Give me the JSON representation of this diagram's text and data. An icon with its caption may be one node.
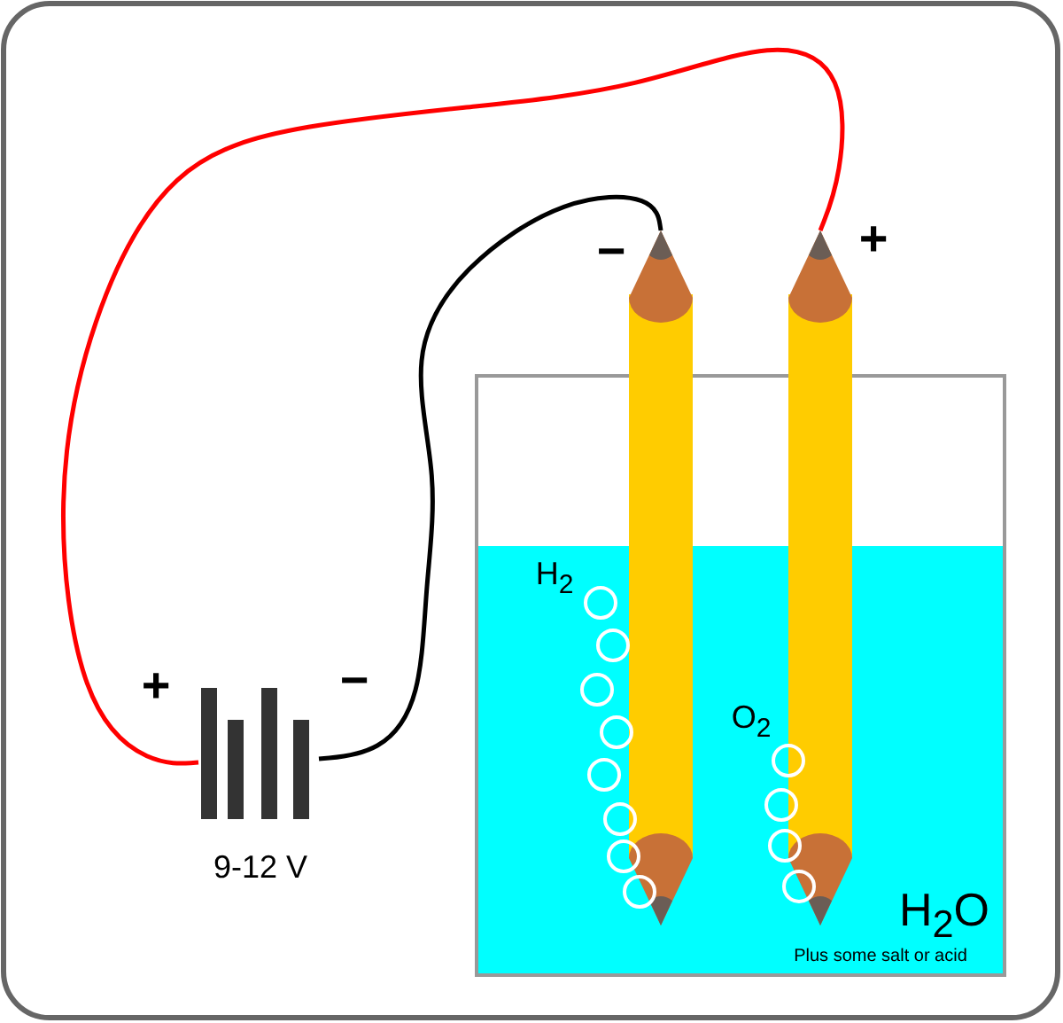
{
  "diagram": {
    "nodes": [
      {
        "text": [],
        "shape": "battery",
        "beside": [
          "9-12 V"
        ]
      },
      {
        "text": [],
        "shape": "pencil"
      },
      {
        "text": [],
        "shape": "pencil"
      }
    ],
    "edges": [
      {
        "from": 0,
        "to": 1,
        "arrow": "none"
      },
      {
        "from": 0,
        "to": 2,
        "arrow": "none",
        "color": "#ff0000"
      }
    ],
    "labels": [
      "+",
      "−",
      "−",
      "+",
      "H$_{2}$",
      "O$_{2}$",
      "H$_{2}$O",
      "Plus some salt or acid"
    ]
  }
}
